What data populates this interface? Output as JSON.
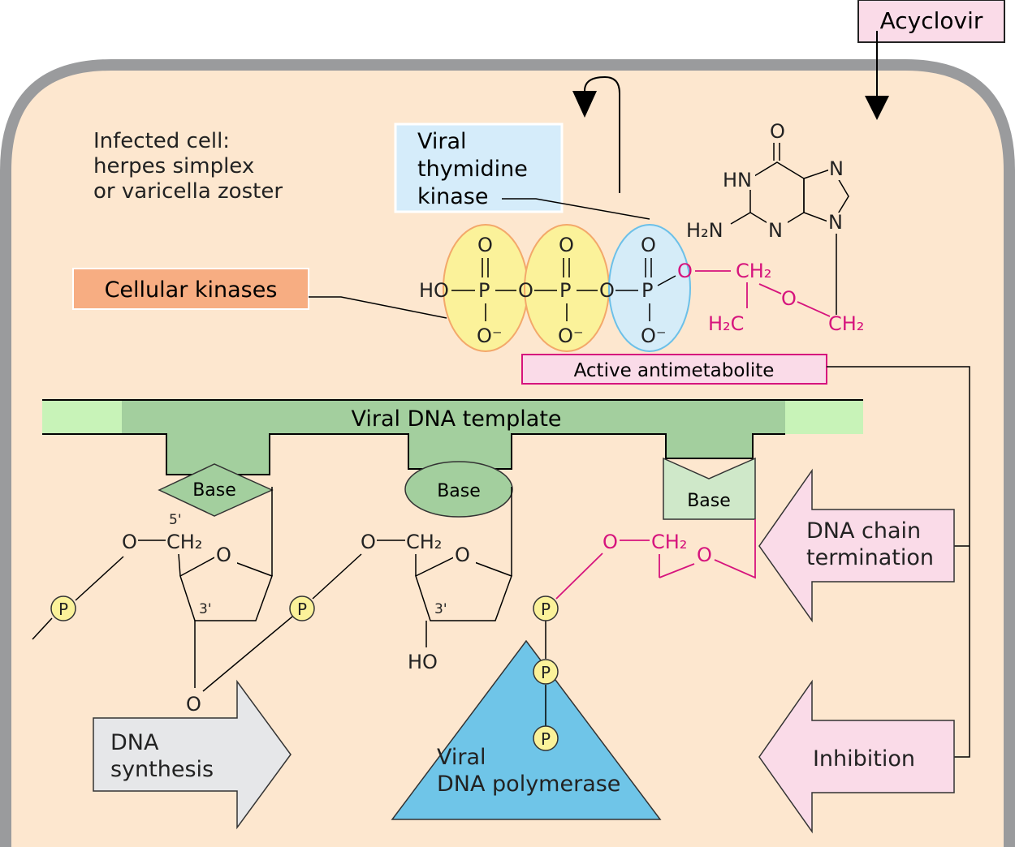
{
  "drug_box": {
    "label": "Acyclovir"
  },
  "cell": {
    "title_lines": [
      "Infected cell:",
      "herpes simplex",
      "or varicella zoster"
    ]
  },
  "enzymes": {
    "viral_tk_lines": [
      "Viral",
      "thymidine",
      "kinase"
    ],
    "cellular_kinases": "Cellular kinases",
    "active_antimetabolite": "Active antimetabolite",
    "polymerase_lines": [
      "Viral",
      "DNA polymerase"
    ]
  },
  "template": {
    "label": "Viral DNA template"
  },
  "bases": {
    "base1": "Base",
    "base2": "Base",
    "base3": "Base"
  },
  "effects": {
    "chain_termination_lines": [
      "DNA chain",
      "termination"
    ],
    "inhibition": "Inhibition",
    "synthesis_lines": [
      "DNA",
      "synthesis"
    ]
  },
  "chem": {
    "O": "O",
    "P": "P",
    "HO": "HO",
    "O_minus": "O⁻",
    "HN": "HN",
    "N": "N",
    "H2N": "H₂N",
    "CH2": "CH₂",
    "H2C": "H₂C",
    "prime5": "5'",
    "prime3": "3'"
  },
  "colors": {
    "cell_fill": "#fde7cf",
    "membrane": "#9a9b9d",
    "pink": "#d6147d",
    "yellow": "#fbf29a",
    "blue_ellipse": "#d5ecf8",
    "green": "#a3cf9e",
    "salmon": "#f7ad82",
    "light_blue": "#d5ecfa",
    "pink_box": "#fadbe8",
    "polymerase": "#6fc5e8"
  }
}
